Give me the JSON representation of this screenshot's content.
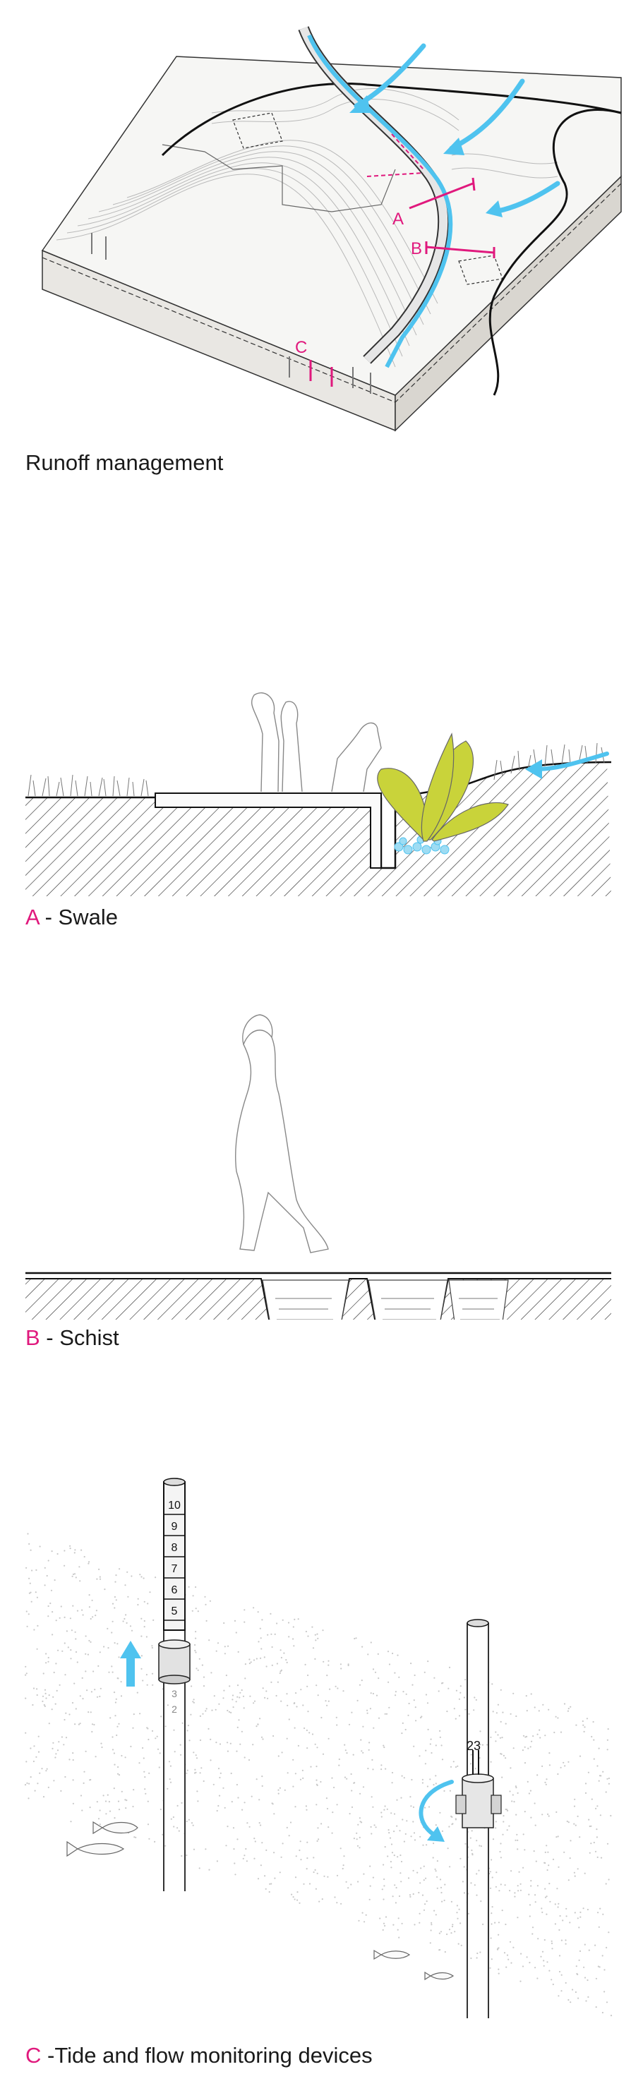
{
  "captions": {
    "runoff": "Runoff management",
    "swale_letter": "A",
    "swale_text": " - Swale",
    "schist_letter": "B",
    "schist_text": " - Schist",
    "tide_letter": "C",
    "tide_text": " -Tide and flow monitoring devices"
  },
  "map_labels": {
    "a": "A",
    "b": "B",
    "c": "C"
  },
  "gauge_numbers": [
    "10",
    "9",
    "8",
    "7",
    "6",
    "5"
  ],
  "gauge_lower_numbers": [
    "3",
    "2"
  ],
  "dial_reading": "23",
  "colors": {
    "water": "#4fc3ef",
    "accent": "#e0197d",
    "plant": "#c9d33a",
    "terrain": "#eceae6"
  }
}
